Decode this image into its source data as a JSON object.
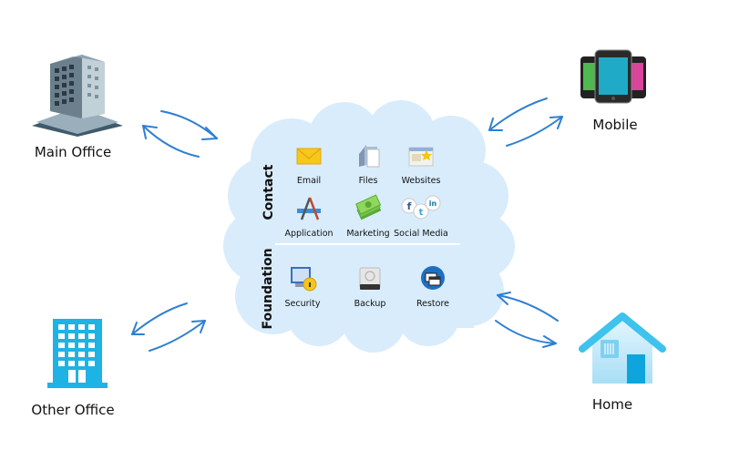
{
  "diagram": {
    "nodes": {
      "main_office": {
        "label": "Main Office",
        "icon": "office-tower-icon"
      },
      "other_office": {
        "label": "Other Office",
        "icon": "building-icon"
      },
      "mobile": {
        "label": "Mobile",
        "icon": "smartphones-icon"
      },
      "home": {
        "label": "Home",
        "icon": "house-icon"
      }
    },
    "cloud": {
      "color": "#d9ecfb",
      "sections": {
        "contact": {
          "title": "Contact",
          "items": [
            {
              "label": "Email",
              "icon": "envelope-icon"
            },
            {
              "label": "Files",
              "icon": "files-icon"
            },
            {
              "label": "Websites",
              "icon": "website-icon"
            },
            {
              "label": "Application",
              "icon": "app-tools-icon"
            },
            {
              "label": "Marketing",
              "icon": "money-icon"
            },
            {
              "label": "Social Media",
              "icon": "social-icons"
            }
          ]
        },
        "foundation": {
          "title": "Foundation",
          "items": [
            {
              "label": "Security",
              "icon": "secure-computer-icon"
            },
            {
              "label": "Backup",
              "icon": "backup-drive-icon"
            },
            {
              "label": "Restore",
              "icon": "restore-icon"
            }
          ]
        }
      }
    },
    "arrow_color": "#2f7fd0",
    "accent_blue": "#1fb2e4"
  }
}
